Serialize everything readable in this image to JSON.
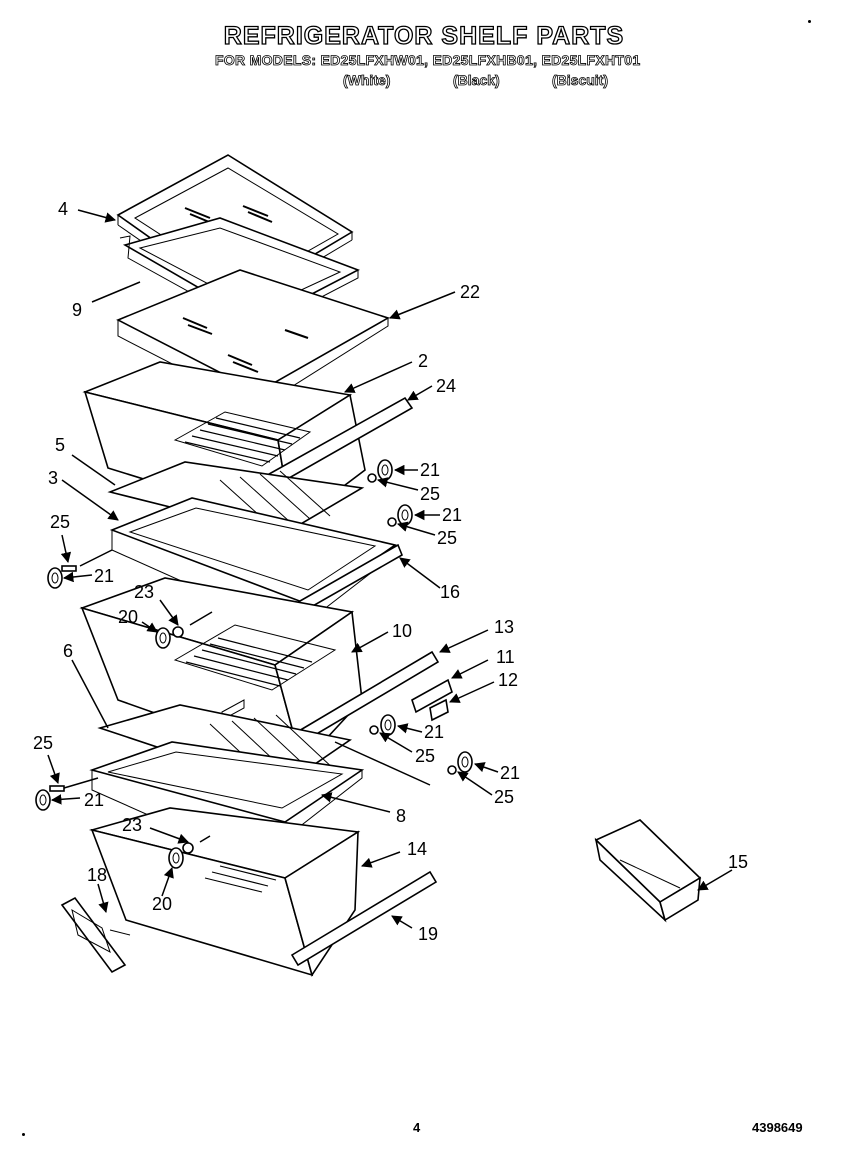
{
  "header": {
    "title": "REFRIGERATOR SHELF PARTS",
    "models_line": "FOR MODELS: ED25LFXHW01, ED25LFXHB01, ED25LFXHT01",
    "color_white": "(White)",
    "color_black": "(Black)",
    "color_biscuit": "(Biscuit)"
  },
  "callouts": {
    "c4": "4",
    "c9": "9",
    "c22": "22",
    "c2": "2",
    "c24": "24",
    "c5": "5",
    "c3": "3",
    "c21a": "21",
    "c25a": "25",
    "c21b": "21",
    "c25b": "25",
    "c25c": "25",
    "c21c": "21",
    "c16": "16",
    "c23a": "23",
    "c20a": "20",
    "c10": "10",
    "c13": "13",
    "c6": "6",
    "c11": "11",
    "c12": "12",
    "c21d": "21",
    "c25d": "25",
    "c21e": "21",
    "c25e": "25",
    "c25f": "25",
    "c21f": "21",
    "c8": "8",
    "c23b": "23",
    "c14": "14",
    "c15": "15",
    "c18": "18",
    "c20b": "20",
    "c19": "19"
  },
  "footer": {
    "page_number": "4",
    "doc_number": "4398649"
  }
}
